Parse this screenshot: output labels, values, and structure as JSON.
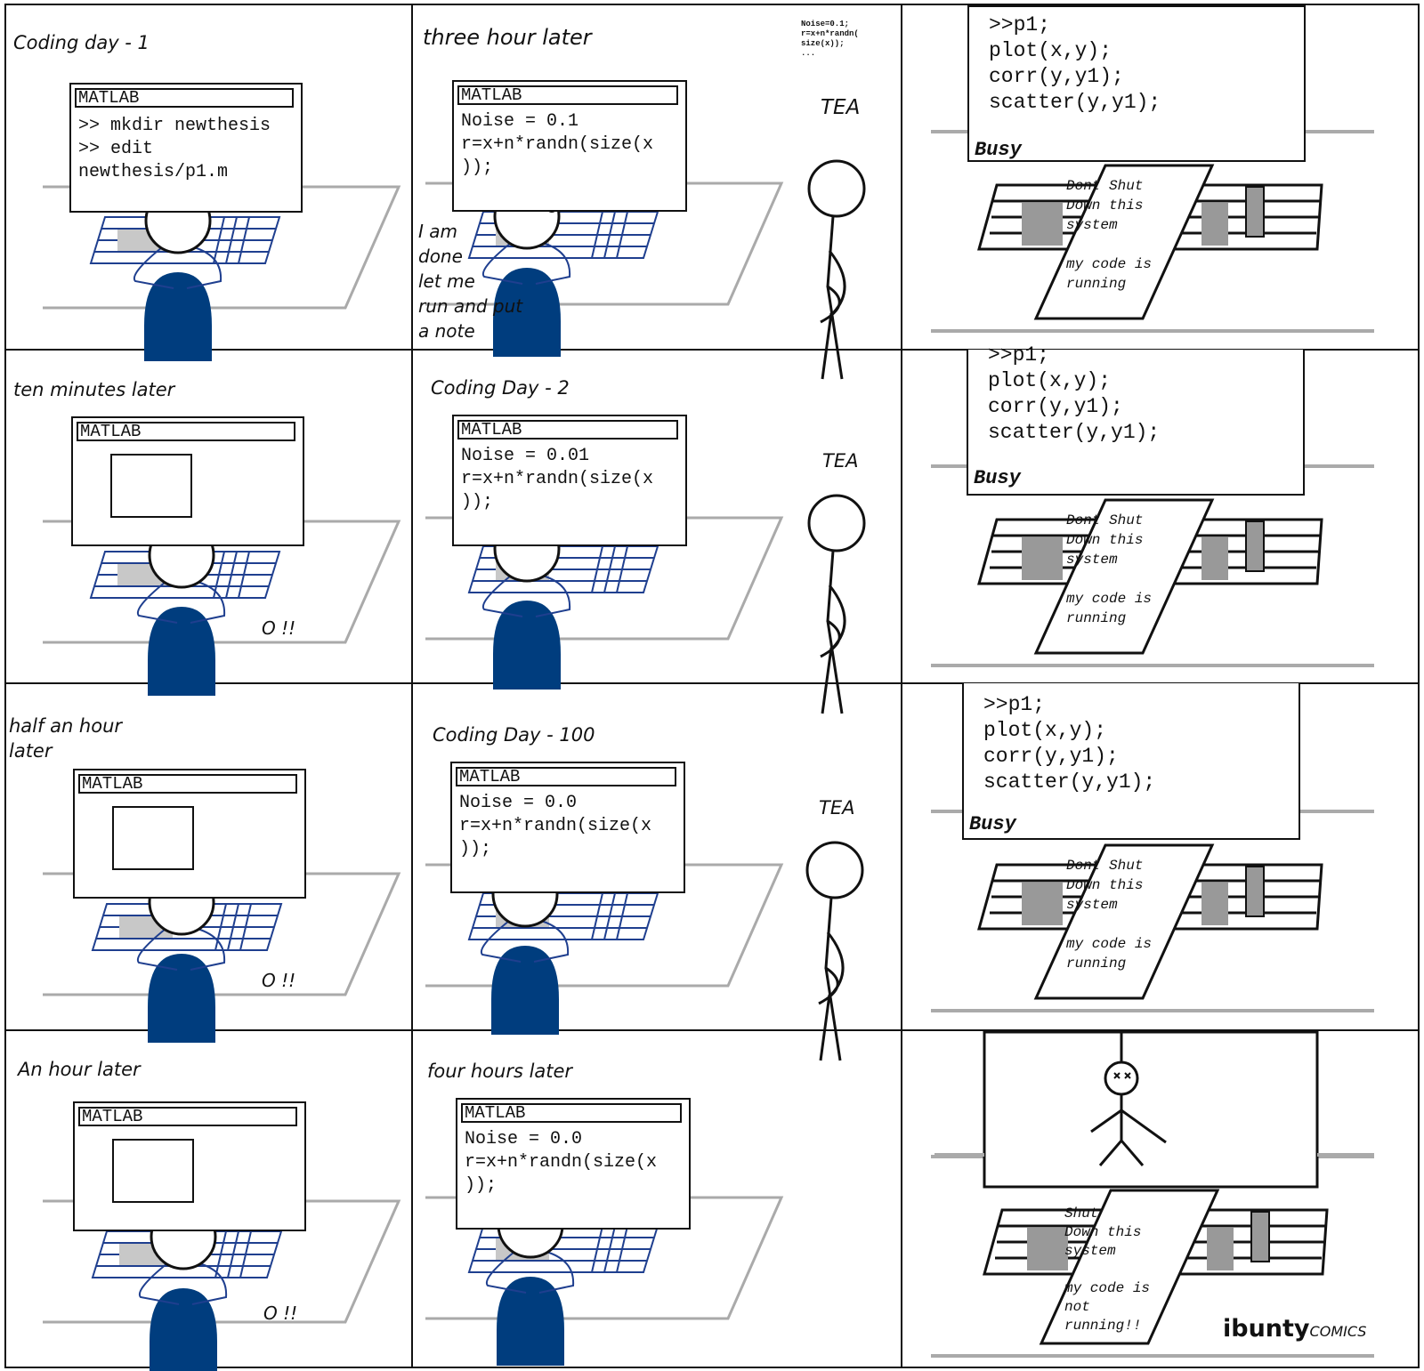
{
  "left_column": {
    "captions": [
      "Coding day  -  1",
      "ten minutes later",
      "half an hour\nlater",
      "An hour later"
    ],
    "window_title": "MATLAB",
    "first_code": ">> mkdir newthesis\n>> edit\nnewthesis/p1.m",
    "exclaim": "O !!"
  },
  "middle_column": {
    "captions": [
      "three hour later",
      "Coding Day - 2",
      "Coding Day - 100",
      "four hours later"
    ],
    "window_title": "MATLAB",
    "codes": [
      "Noise = 0.1\nr=x+n*randn(size(x\n));",
      "Noise = 0.01\nr=x+n*randn(size(x\n));",
      "Noise = 0.0\nr=x+n*randn(size(x\n));",
      "Noise = 0.0\nr=x+n*randn(size(x\n));"
    ],
    "speech": "I am\ndone\nlet me\nrun and put\na note",
    "tea": "TEA",
    "tiny_note": "Noise=0.1;\nr=x+n*randn(\nsize(x));\n..."
  },
  "right_column": {
    "code": ">>p1;\nplot(x,y);\ncorr(y,y1);\nscatter(y,y1);",
    "busy": "Busy",
    "note": "Dont Shut\nDown this\nsystem\n\nmy code is\nrunning",
    "final_note": "Shut\nDown this\nsystem\n\nmy code is\nnot\nrunning!!"
  },
  "logo": {
    "main": "ibunty",
    "sub": "COMICS"
  },
  "colors": {
    "shirt": "#003d7e",
    "keyboard": "#1f3f8f",
    "ink": "#111111",
    "gray": "#aaaaaa"
  }
}
